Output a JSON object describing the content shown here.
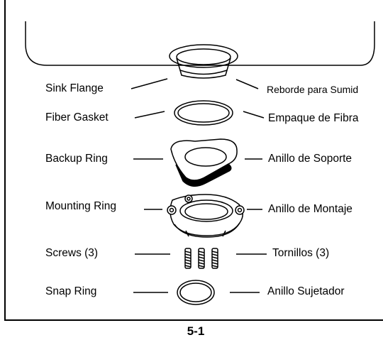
{
  "parts": [
    {
      "key": "sink-flange",
      "label_en": "Sink Flange",
      "label_es": "Reborde para Sumid"
    },
    {
      "key": "fiber-gasket",
      "label_en": "Fiber Gasket",
      "label_es": "Empaque de Fibra"
    },
    {
      "key": "backup-ring",
      "label_en": "Backup Ring",
      "label_es": "Anillo de Soporte"
    },
    {
      "key": "mounting-ring",
      "label_en": "Mounting Ring",
      "label_es": "Anillo de Montaje"
    },
    {
      "key": "screws",
      "label_en": "Screws (3)",
      "label_es": "Tornillos (3)"
    },
    {
      "key": "snap-ring",
      "label_en": "Snap Ring",
      "label_es": "Anillo Sujetador"
    }
  ],
  "figure_caption": "5-1"
}
